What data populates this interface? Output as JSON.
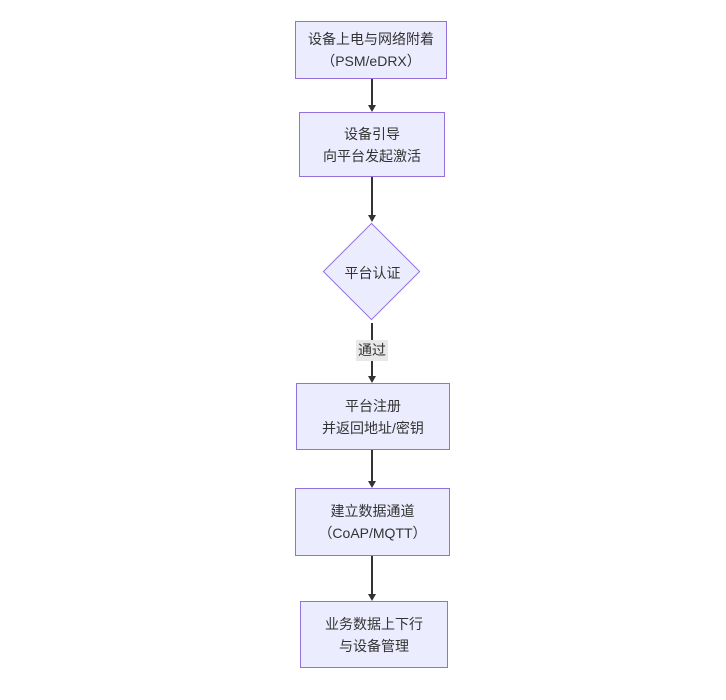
{
  "diagram": {
    "type": "flowchart-top-down",
    "nodes": {
      "power_attach": {
        "line1": "设备上电与网络附着",
        "line2": "（PSM/eDRX）"
      },
      "bootstrap": {
        "line1": "设备引导",
        "line2": "向平台发起激活"
      },
      "auth_decision": {
        "label": "平台认证"
      },
      "register": {
        "line1": "平台注册",
        "line2": "并返回地址/密钥"
      },
      "data_channel": {
        "line1": "建立数据通道",
        "line2": "（CoAP/MQTT）"
      },
      "business": {
        "line1": "业务数据上下行",
        "line2": "与设备管理"
      }
    },
    "edges": {
      "auth_pass_label": "通过"
    },
    "colors": {
      "background": "#FFFFFF",
      "node_fill": "#ECECFF",
      "node_border": "#9370DB",
      "text": "#333333",
      "edge_line": "#333333",
      "edge_label_bg": "#E8E8E8"
    }
  }
}
